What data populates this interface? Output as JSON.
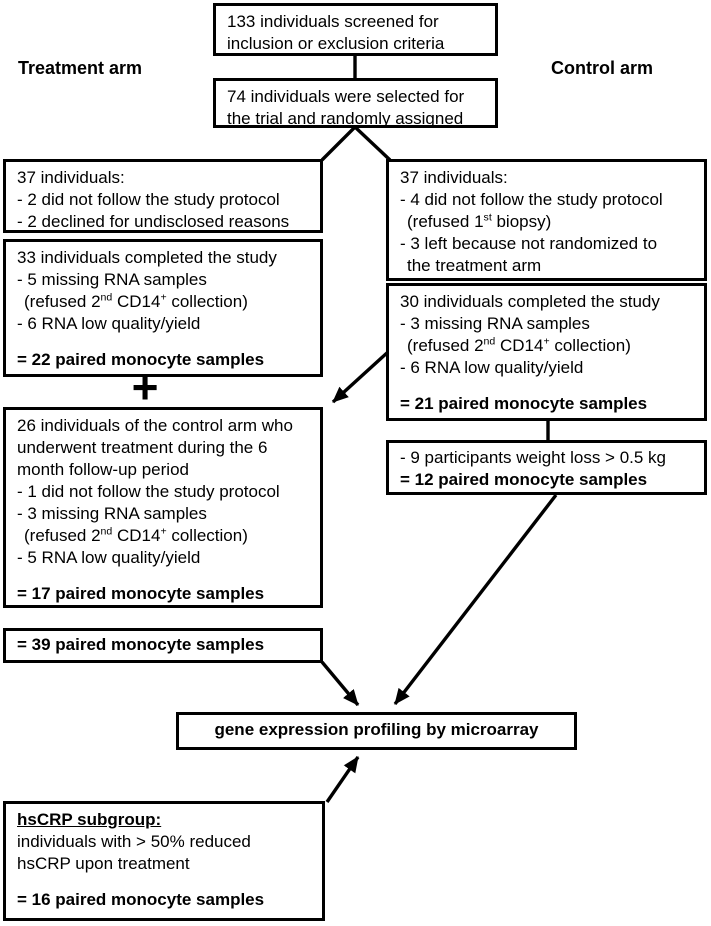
{
  "labels": {
    "treatment_arm": "Treatment arm",
    "control_arm": "Control arm",
    "plus": "+"
  },
  "colors": {
    "ink": "#000000",
    "background": "#ffffff"
  },
  "boxes": {
    "screened": {
      "lines": [
        "133 individuals screened for",
        "inclusion or exclusion criteria"
      ]
    },
    "randomized": {
      "lines": [
        "74 individuals were selected for",
        "the trial and randomly assigned"
      ]
    },
    "treatment_dropout": {
      "lines": [
        "37 individuals:",
        "- 2 did not follow the study protocol",
        "- 2 declined for undisclosed reasons"
      ]
    },
    "treatment_completed": {
      "lines": [
        "33 individuals completed the study",
        "- 5 missing RNA samples",
        "(refused 2<sup>nd</sup> CD14<sup>+</sup> collection)",
        "- 6 RNA low quality/yield",
        "= 22 paired monocyte samples"
      ]
    },
    "crossover": {
      "lines": [
        "26 individuals of the control arm who",
        "underwent treatment during the 6",
        "month follow-up period",
        "- 1 did not follow the study protocol",
        "- 3 missing RNA samples",
        "(refused 2<sup>nd</sup> CD14<sup>+</sup> collection)",
        "- 5 RNA low quality/yield",
        "= 17 paired monocyte samples"
      ]
    },
    "treatment_total": {
      "lines": [
        "= 39 paired monocyte samples"
      ]
    },
    "control_dropout": {
      "lines": [
        "37 individuals:",
        "- 4 did not follow the study protocol",
        "(refused 1<sup>st</sup> biopsy)",
        "- 3 left because not randomized to",
        "the treatment arm"
      ]
    },
    "control_completed": {
      "lines": [
        "30 individuals completed the study",
        "- 3 missing RNA samples",
        "(refused 2<sup>nd</sup> CD14<sup>+</sup> collection)",
        "- 6 RNA low quality/yield",
        "= 21 paired monocyte samples"
      ]
    },
    "control_weightloss": {
      "lines": [
        "- 9 participants weight loss > 0.5 kg",
        "= 12 paired monocyte samples"
      ]
    },
    "microarray": {
      "lines": [
        "gene expression profiling by microarray"
      ]
    },
    "hscrp": {
      "lines": [
        "hsCRP subgroup:",
        "individuals with > 50% reduced",
        "hsCRP upon treatment",
        "= 16 paired monocyte samples"
      ]
    }
  }
}
